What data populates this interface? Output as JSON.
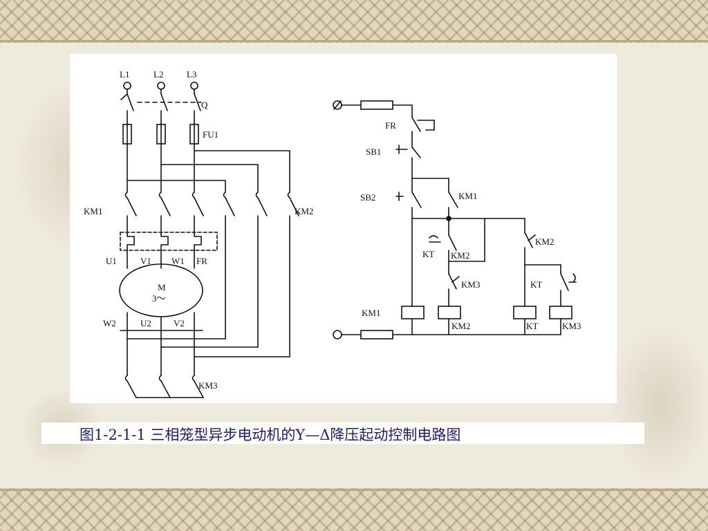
{
  "caption": "图1-2-1-1  三相笼型异步电动机的Y—Δ降压起动控制电路图",
  "colors": {
    "caption_text": "#1a1a80",
    "wire": "#111111",
    "background": "#eeeadd"
  },
  "main_circuit": {
    "phases": [
      "L1",
      "L2",
      "L3"
    ],
    "switch": "Q",
    "fuse": "FU1",
    "contactor_main": "KM1",
    "contactor_delta": "KM2",
    "contactor_star": "KM3",
    "overload": "FR",
    "terminals_top": [
      "U1",
      "V1",
      "W1"
    ],
    "terminals_bottom": [
      "W2",
      "U2",
      "V2"
    ],
    "motor_label": "M",
    "motor_sub": "3～"
  },
  "control_circuit": {
    "fr": "FR",
    "stop_button": "SB1",
    "start_button": "SB2",
    "km1_contact": "KM1",
    "kt_contact": "KT",
    "km2_contact": "KM2",
    "km3_contact": "KM3",
    "km2_top_contact": "KM2",
    "kt_delay_contact": "KT",
    "coils": [
      "KM1",
      "KM2",
      "KT",
      "KM3"
    ]
  }
}
